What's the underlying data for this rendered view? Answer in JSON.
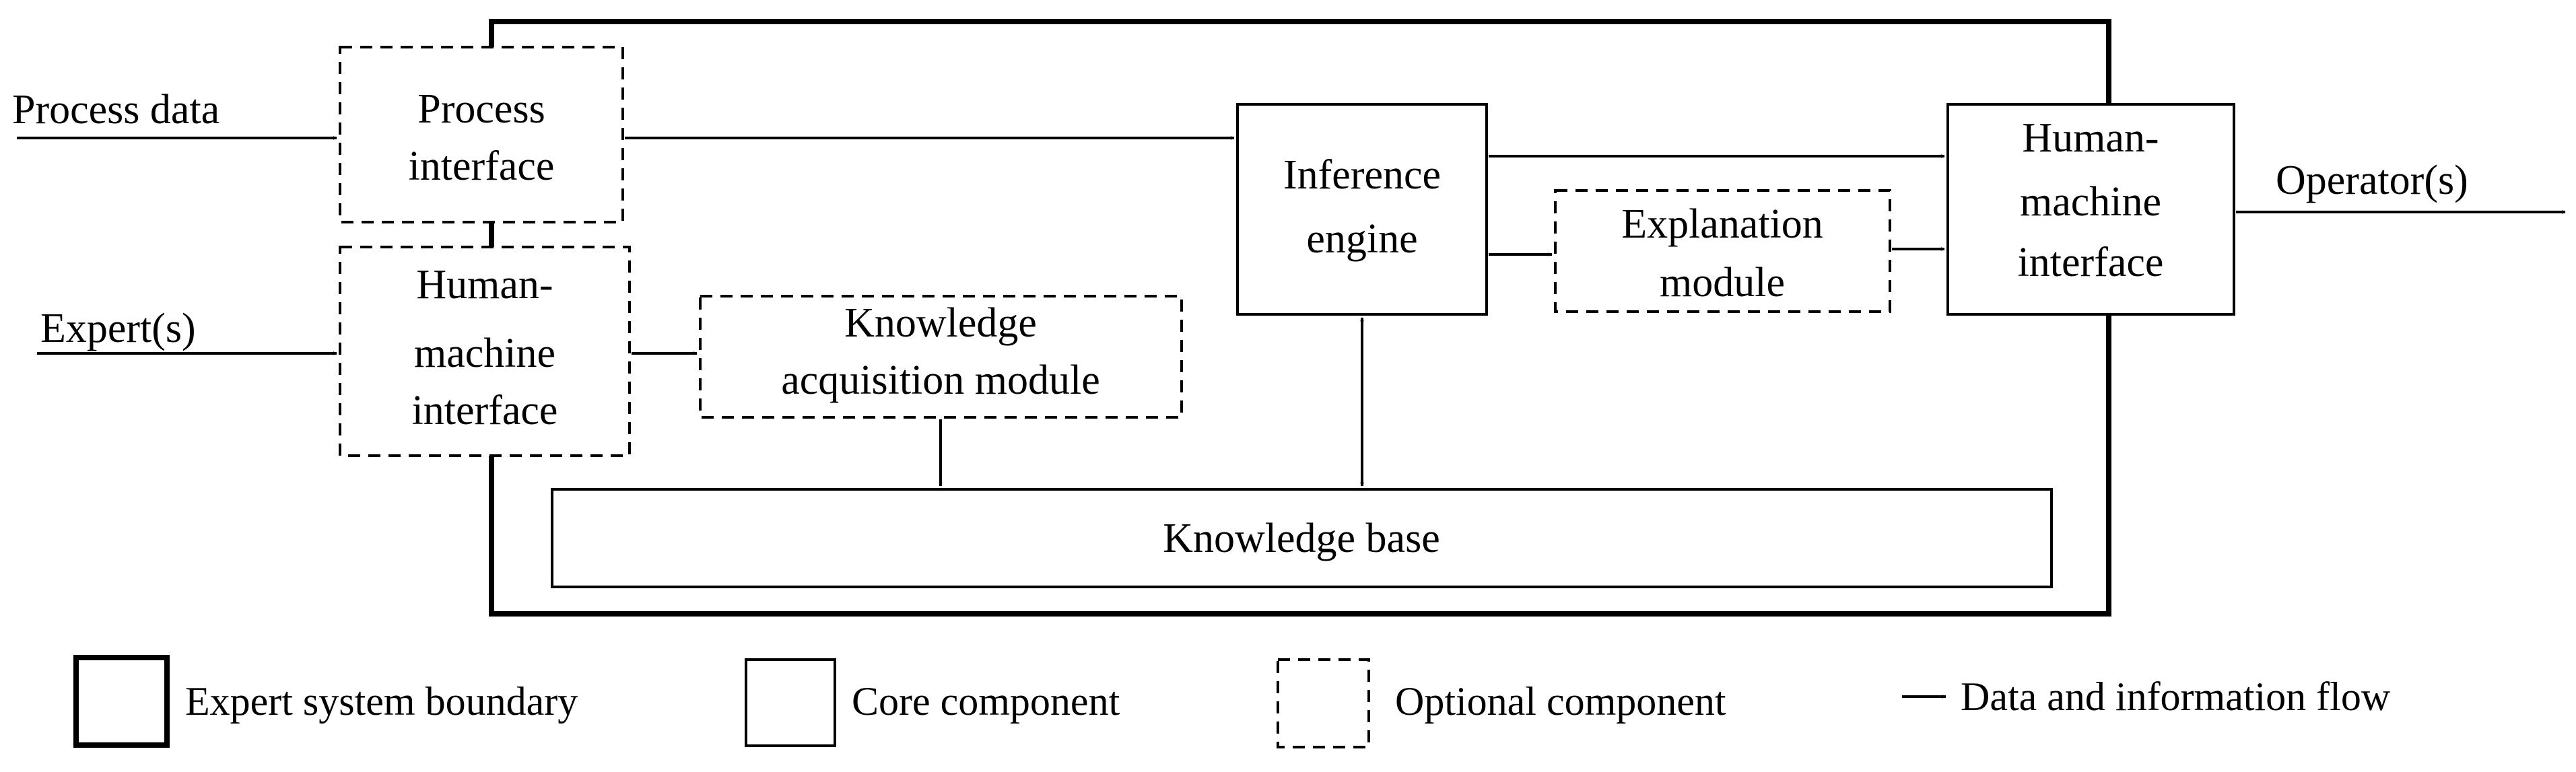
{
  "inputs": {
    "process_data": "Process data",
    "experts": "Expert(s)"
  },
  "output": {
    "operators": "Operator(s)"
  },
  "components": {
    "process_interface": [
      "Process",
      "interface"
    ],
    "hmi_left": [
      "Human-",
      "machine",
      "interface"
    ],
    "knowledge_acquisition": [
      "Knowledge",
      "acquisition module"
    ],
    "inference_engine": [
      "Inference",
      "engine"
    ],
    "explanation_module": [
      "Explanation",
      "module"
    ],
    "hmi_right": [
      "Human-",
      "machine",
      "interface"
    ],
    "knowledge_base": "Knowledge base"
  },
  "legend": {
    "boundary": "Expert system boundary",
    "core": "Core component",
    "optional": "Optional component",
    "flow": "Data and information flow"
  }
}
